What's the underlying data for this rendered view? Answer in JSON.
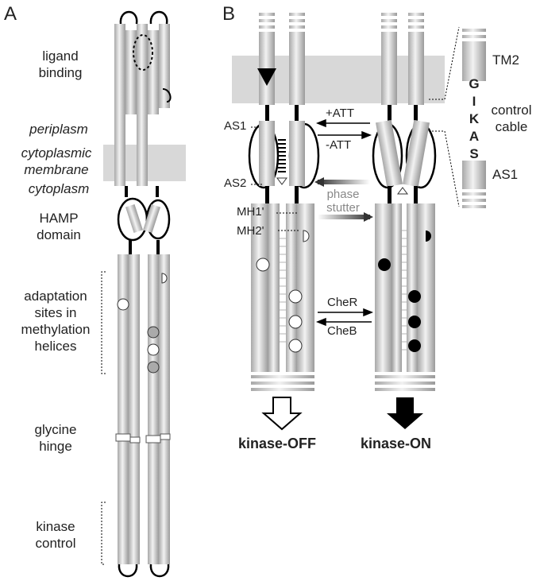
{
  "panel_a": {
    "letter": "A",
    "labels": {
      "ligand_binding": [
        "ligand",
        "binding"
      ],
      "periplasm": "periplasm",
      "membrane": [
        "cytoplasmic",
        "membrane"
      ],
      "cytoplasm": "cytoplasm",
      "hamp": [
        "HAMP",
        "domain"
      ],
      "adaptation": [
        "adaptation",
        "sites in",
        "methylation",
        "helices"
      ],
      "glycine": [
        "glycine",
        "hinge"
      ],
      "kinase_control": [
        "kinase",
        "control"
      ]
    }
  },
  "panel_b": {
    "letter": "B",
    "att_plus": "+ATT",
    "att_minus": "-ATT",
    "as1": "AS1",
    "as2": "AS2",
    "mh1": "MH1'",
    "mh2": "MH2'",
    "phase_stutter": [
      "phase",
      "stutter"
    ],
    "cher": "CheR",
    "cheb": "CheB",
    "kinase_off": "kinase-OFF",
    "kinase_on": "kinase-ON",
    "legend_tm2": "TM2",
    "legend_as1": "AS1",
    "control_cable_letters": [
      "G",
      "I",
      "K",
      "A",
      "S"
    ],
    "control_cable_label": [
      "control",
      "cable"
    ]
  },
  "colors": {
    "membrane": "#d8d8d8",
    "helix_light": "#f2f2f2",
    "helix_dark": "#a8a8a8",
    "methyl_site_unmodified": "#ffffff",
    "methyl_site_methylated": "#000000",
    "methyl_site_grey": "#aaaaaa"
  }
}
